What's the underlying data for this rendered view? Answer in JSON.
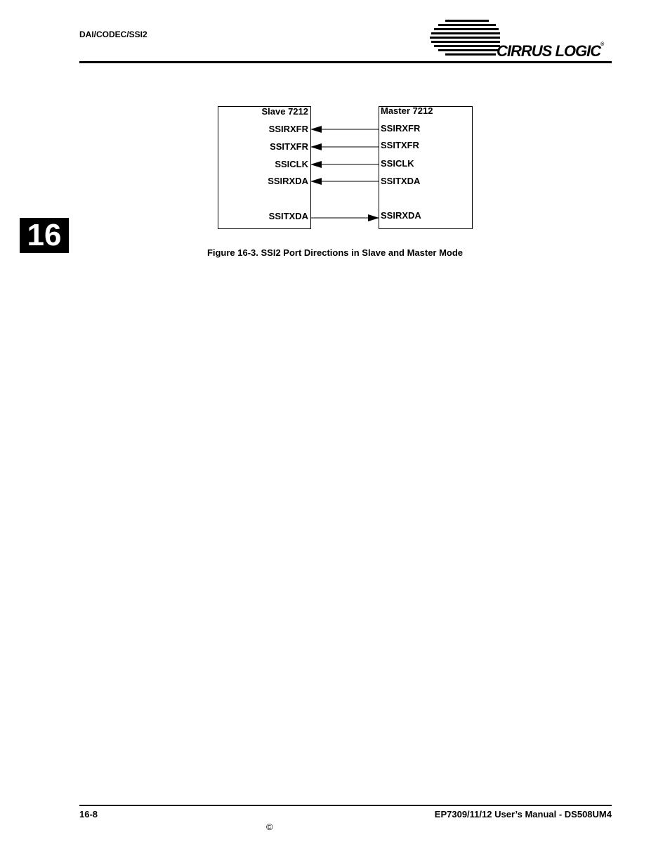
{
  "header": {
    "section": "DAI/CODEC/SSI2",
    "logo_text": "CIRRUS LOGIC",
    "logo_reg": "®"
  },
  "chapter_tab": "16",
  "figure": {
    "slave": {
      "title": "Slave 7212",
      "signals": [
        "SSIRXFR",
        "SSITXFR",
        "SSICLK",
        "SSIRXDA",
        "SSITXDA"
      ]
    },
    "master": {
      "title": "Master 7212",
      "signals": [
        "SSIRXFR",
        "SSITXFR",
        "SSICLK",
        "SSITXDA",
        "SSIRXDA"
      ]
    },
    "caption": "Figure 16-3. SSI2 Port Directions in Slave and Master Mode"
  },
  "footer": {
    "page": "16-8",
    "manual": "EP7309/11/12 User’s Manual - DS508UM4",
    "copyright": "©"
  }
}
